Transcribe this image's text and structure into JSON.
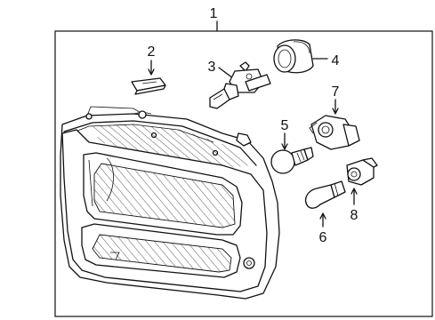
{
  "diagram": {
    "callouts": {
      "c1": "1",
      "c2": "2",
      "c3": "3",
      "c4": "4",
      "c5": "5",
      "c6": "6",
      "c7": "7",
      "c8": "8"
    },
    "parts": [
      {
        "callout": "1",
        "icon": "headlamp-assembly"
      },
      {
        "callout": "2",
        "icon": "retaining-clip"
      },
      {
        "callout": "3",
        "icon": "halogen-bulb"
      },
      {
        "callout": "4",
        "icon": "rubber-boot"
      },
      {
        "callout": "5",
        "icon": "round-bulb"
      },
      {
        "callout": "6",
        "icon": "wedge-bulb"
      },
      {
        "callout": "7",
        "icon": "bulb-socket"
      },
      {
        "callout": "8",
        "icon": "small-socket"
      }
    ]
  }
}
